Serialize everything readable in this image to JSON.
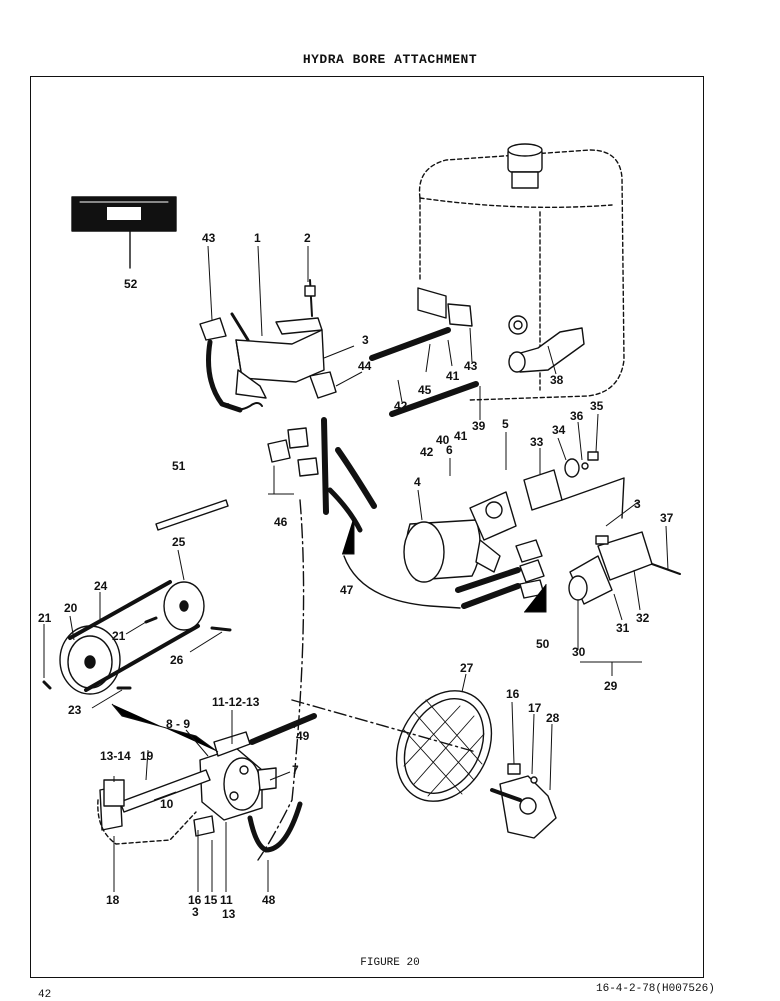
{
  "page": {
    "title": "HYDRA BORE ATTACHMENT",
    "figure_caption": "FIGURE 20",
    "page_number": "42",
    "doc_reference": "16-4-2-78(H007526)"
  },
  "callouts": [
    {
      "id": "c1",
      "text": "1"
    },
    {
      "id": "c2",
      "text": "2"
    },
    {
      "id": "c3a",
      "text": "3"
    },
    {
      "id": "c3b",
      "text": "3"
    },
    {
      "id": "c3c",
      "text": "3"
    },
    {
      "id": "c4",
      "text": "4"
    },
    {
      "id": "c5",
      "text": "5"
    },
    {
      "id": "c6",
      "text": "6"
    },
    {
      "id": "c7",
      "text": "7"
    },
    {
      "id": "c89",
      "text": "8 - 9"
    },
    {
      "id": "c10",
      "text": "10"
    },
    {
      "id": "c11",
      "text": "11"
    },
    {
      "id": "c111213",
      "text": "11-12-13"
    },
    {
      "id": "c13",
      "text": "13"
    },
    {
      "id": "c1314",
      "text": "13-14"
    },
    {
      "id": "c15",
      "text": "15"
    },
    {
      "id": "c16a",
      "text": "16"
    },
    {
      "id": "c16b",
      "text": "16"
    },
    {
      "id": "c17",
      "text": "17"
    },
    {
      "id": "c18",
      "text": "18"
    },
    {
      "id": "c19",
      "text": "19"
    },
    {
      "id": "c20",
      "text": "20"
    },
    {
      "id": "c21a",
      "text": "21"
    },
    {
      "id": "c21b",
      "text": "21"
    },
    {
      "id": "c23",
      "text": "23"
    },
    {
      "id": "c24",
      "text": "24"
    },
    {
      "id": "c25",
      "text": "25"
    },
    {
      "id": "c26",
      "text": "26"
    },
    {
      "id": "c27",
      "text": "27"
    },
    {
      "id": "c28",
      "text": "28"
    },
    {
      "id": "c29",
      "text": "29"
    },
    {
      "id": "c30",
      "text": "30"
    },
    {
      "id": "c31",
      "text": "31"
    },
    {
      "id": "c32",
      "text": "32"
    },
    {
      "id": "c33",
      "text": "33"
    },
    {
      "id": "c34",
      "text": "34"
    },
    {
      "id": "c35",
      "text": "35"
    },
    {
      "id": "c36",
      "text": "36"
    },
    {
      "id": "c37",
      "text": "37"
    },
    {
      "id": "c38",
      "text": "38"
    },
    {
      "id": "c39",
      "text": "39"
    },
    {
      "id": "c40",
      "text": "40"
    },
    {
      "id": "c41a",
      "text": "41"
    },
    {
      "id": "c41b",
      "text": "41"
    },
    {
      "id": "c42a",
      "text": "42"
    },
    {
      "id": "c42b",
      "text": "42"
    },
    {
      "id": "c43a",
      "text": "43"
    },
    {
      "id": "c43b",
      "text": "43"
    },
    {
      "id": "c44",
      "text": "44"
    },
    {
      "id": "c45",
      "text": "45"
    },
    {
      "id": "c46",
      "text": "46"
    },
    {
      "id": "c47",
      "text": "47"
    },
    {
      "id": "c48",
      "text": "48"
    },
    {
      "id": "c49",
      "text": "49"
    },
    {
      "id": "c50",
      "text": "50"
    },
    {
      "id": "c51",
      "text": "51"
    },
    {
      "id": "c52",
      "text": "52"
    }
  ]
}
